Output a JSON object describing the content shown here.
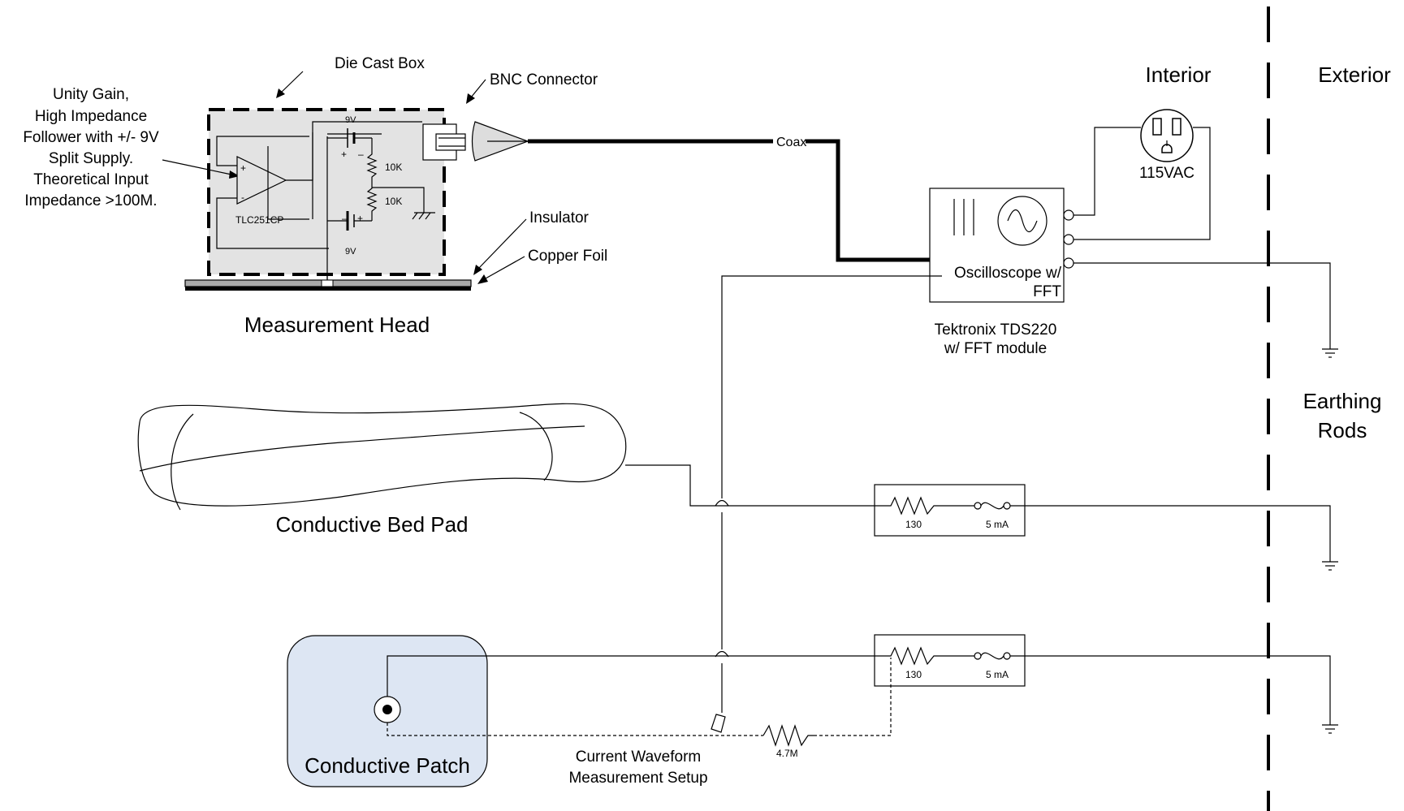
{
  "labels": {
    "die_cast_box": "Die Cast Box",
    "bnc_connector": "BNC Connector",
    "follower_lines": [
      "Unity Gain,",
      "High Impedance",
      "Follower with +/- 9V",
      "Split Supply.",
      "Theoretical Input",
      "Impedance >100M."
    ],
    "insulator": "Insulator",
    "copper_foil": "Copper Foil",
    "measurement_head": "Measurement Head",
    "coax": "Coax",
    "opamp_plus": "+",
    "opamp_minus": "-",
    "opamp_part": "TLC251CP",
    "battery_top_value": "9V",
    "battery_bottom_value": "9V",
    "battery_top_plus": "+",
    "battery_top_minus": "–",
    "battery_bottom_minus": "–",
    "battery_bottom_plus": "+",
    "divider_r1": "10K",
    "divider_r2": "10K",
    "interior": "Interior",
    "exterior": "Exterior",
    "outlet_voltage": "115VAC",
    "scope_name_lines": [
      "Oscilloscope w/",
      "FFT"
    ],
    "scope_model_lines": [
      "Tektronix TDS220",
      "w/ FFT module"
    ],
    "earthing_rods_lines": [
      "Earthing",
      "Rods"
    ],
    "bed_pad": "Conductive Bed Pad",
    "patch": "Conductive Patch",
    "resistor_bed": "130",
    "fuse_bed": "5 mA",
    "resistor_patch": "130",
    "fuse_patch": "5 mA",
    "shunt_resistor": "4.7M",
    "current_setup_lines": [
      "Current Waveform",
      "Measurement Setup"
    ]
  },
  "colors": {
    "die_cast_fill": "#e3e3e3",
    "patch_fill": "#dde6f3",
    "line": "#000000"
  }
}
